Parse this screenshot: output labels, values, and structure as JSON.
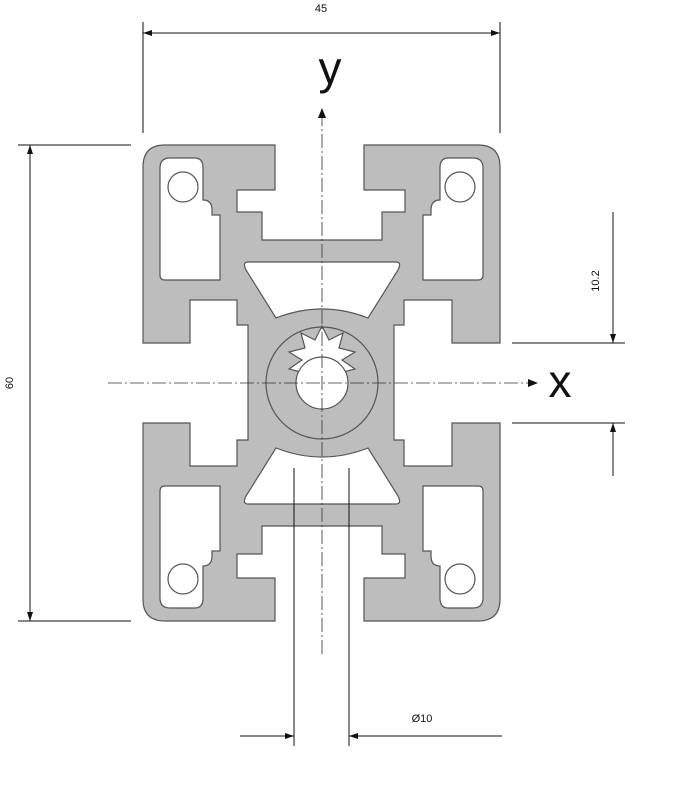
{
  "dimensions": {
    "width_label": "45",
    "height_label": "60",
    "slot_offset_label": "10.2",
    "bore_label": "Ø10"
  },
  "axes": {
    "y_label": "y",
    "x_label": "x"
  },
  "colors": {
    "profile_fill": "#bdbdbd",
    "profile_stroke": "#555555",
    "line": "#111111"
  }
}
